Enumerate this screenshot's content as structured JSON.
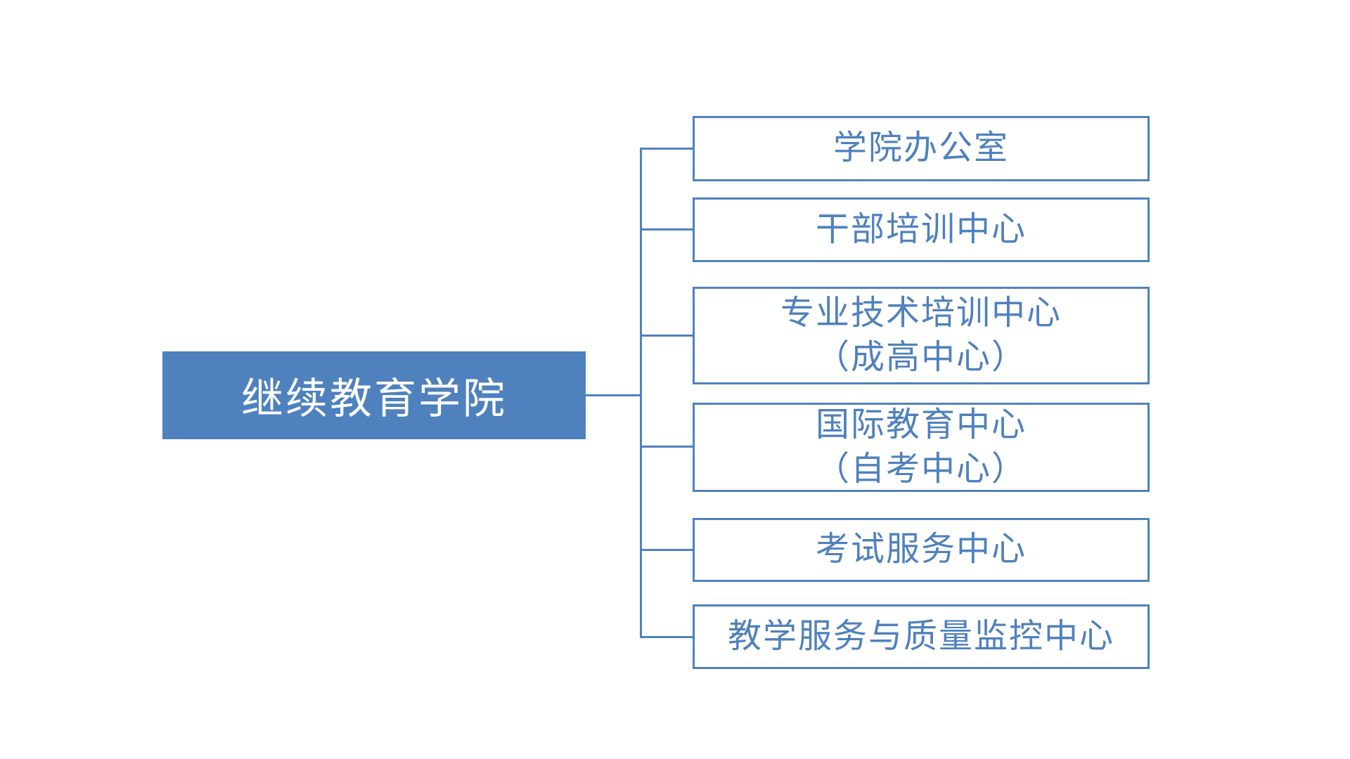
{
  "diagram": {
    "type": "org-chart",
    "root": {
      "label": "继续教育学院"
    },
    "children": [
      {
        "label": "学院办公室",
        "line2": ""
      },
      {
        "label": "干部培训中心",
        "line2": ""
      },
      {
        "label": "专业技术培训中心",
        "line2": "（成高中心）"
      },
      {
        "label": "国际教育中心",
        "line2": "（自考中心）"
      },
      {
        "label": "考试服务中心",
        "line2": ""
      },
      {
        "label": "教学服务与质量监控中心",
        "line2": ""
      }
    ],
    "colors": {
      "accent": "#4F81BD",
      "root_fill": "#4E81BD",
      "root_text": "#FFFFFF",
      "background": "#FFFFFF"
    }
  }
}
